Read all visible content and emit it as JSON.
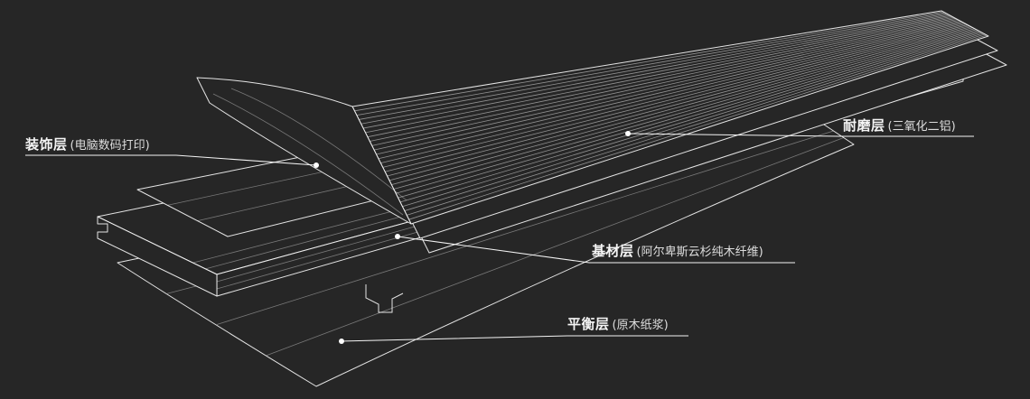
{
  "diagram": {
    "background_color": "#262626",
    "line_color": "#ffffff",
    "subject": "laminate-floor-layer-structure"
  },
  "labels": {
    "wear": {
      "name": "耐磨层",
      "detail": "(三氧化二铝)"
    },
    "decor": {
      "name": "装饰层",
      "detail": "(电脑数码打印)"
    },
    "base": {
      "name": "基材层",
      "detail": "(阿尔卑斯云杉纯木纤维)"
    },
    "balance": {
      "name": "平衡层",
      "detail": "(原木纸浆)"
    }
  }
}
